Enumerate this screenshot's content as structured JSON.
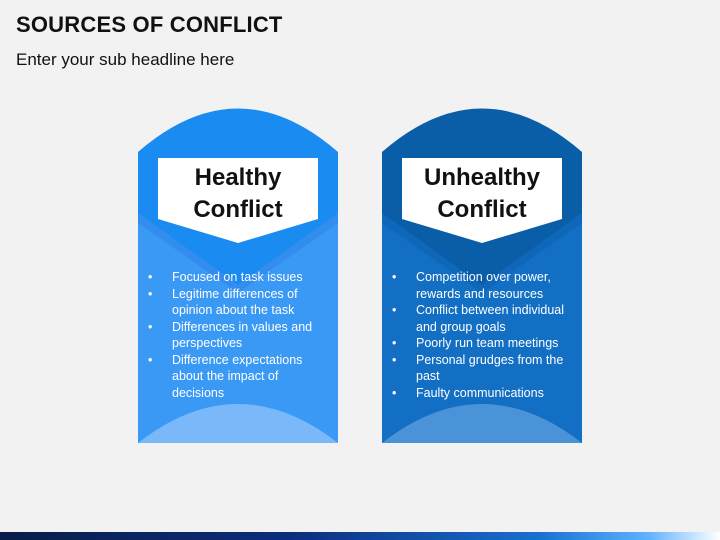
{
  "header": {
    "title": "SOURCES OF CONFLICT",
    "subtitle": "Enter your sub headline here"
  },
  "cards": [
    {
      "label": "Healthy\nConflict",
      "colors": {
        "top": "#1a8bf0",
        "body": "#3a99f5",
        "flap": "#2e86ea",
        "wave": "#7ab8fa"
      },
      "bullets": [
        "Focused on task issues",
        "Legitime differences of opinion about the task",
        "Differences in values and perspectives",
        "Difference expectations about the impact of decisions"
      ]
    },
    {
      "label": "Unhealthy\nConflict",
      "colors": {
        "top": "#0a5ea8",
        "body": "#126fc4",
        "flap": "#0b63b3",
        "wave": "#4a93d8"
      },
      "bullets": [
        "Competition over power, rewards and resources",
        "Conflict between individual and group goals",
        "Poorly run team meetings",
        "Personal grudges from the past",
        "Faulty communications"
      ]
    }
  ]
}
